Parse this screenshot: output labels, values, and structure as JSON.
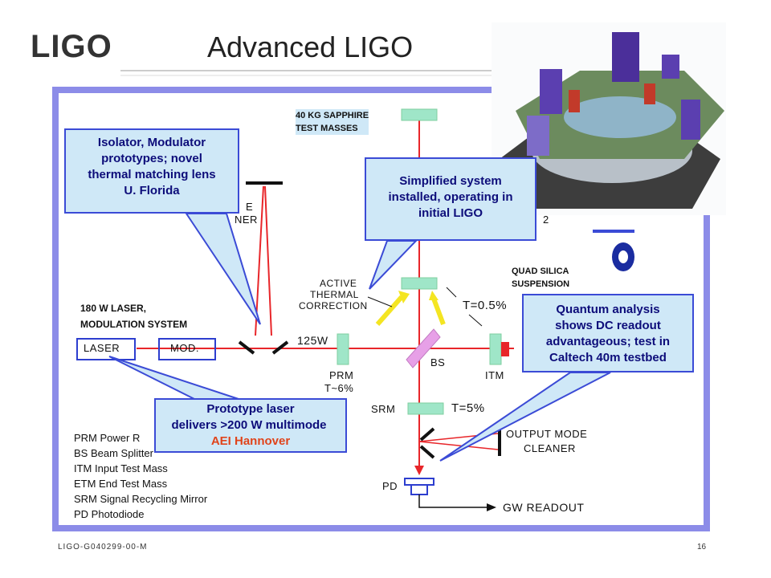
{
  "header": {
    "logo": "LIGO",
    "title": "Advanced LIGO"
  },
  "labels": {
    "test_masses": [
      "40 KG SAPPHIRE",
      "TEST MASSES"
    ],
    "laser_system": [
      "180 W LASER,",
      "MODULATION SYSTEM"
    ],
    "quad_suspension": [
      "QUAD SILICA",
      "SUSPENSION"
    ],
    "laser_box": "LASER",
    "mod_box": "MOD.",
    "power": "125W",
    "prm": "PRM",
    "prm_t": "T~6%",
    "bs": "BS",
    "itm": "ITM",
    "itm_t": "T=0.5%",
    "srm": "SRM",
    "srm_t": "T=5%",
    "pd": "PD",
    "gw_readout": "GW READOUT",
    "omc": [
      "OUTPUT MODE",
      "CLEANER"
    ],
    "atc": [
      "ACTIVE",
      "THERMAL",
      "CORRECTION"
    ],
    "mode_cleaner_partial": [
      "E",
      "NER"
    ],
    "partial_2": "2"
  },
  "callouts": {
    "isolator": [
      "Isolator, Modulator",
      "prototypes; novel",
      "thermal matching lens",
      "U. Florida"
    ],
    "simplified": [
      "Simplified system",
      "installed, operating in",
      "initial LIGO"
    ],
    "quantum": [
      "Quantum analysis",
      "shows DC readout",
      "advantageous; test in",
      "Caltech 40m testbed"
    ],
    "prototype_laser": [
      "Prototype laser",
      "delivers >200 W multimode"
    ],
    "prototype_laser_org": "AEI Hannover"
  },
  "legend": [
    "PRM  Power R",
    "BS     Beam Splitter",
    "ITM    Input Test Mass",
    "ETM   End Test Mass",
    "SRM  Signal Recycling Mirror",
    "PD     Photodiode"
  ],
  "footer": {
    "doc_id": "LIGO-G040299-00-M",
    "page": "16"
  },
  "colors": {
    "frame": "#8c8ce8",
    "beam": "#e8262a",
    "callout_fill": "#cfe8f7",
    "callout_border": "#3b4bd6",
    "optic": "#9fe6c8"
  }
}
